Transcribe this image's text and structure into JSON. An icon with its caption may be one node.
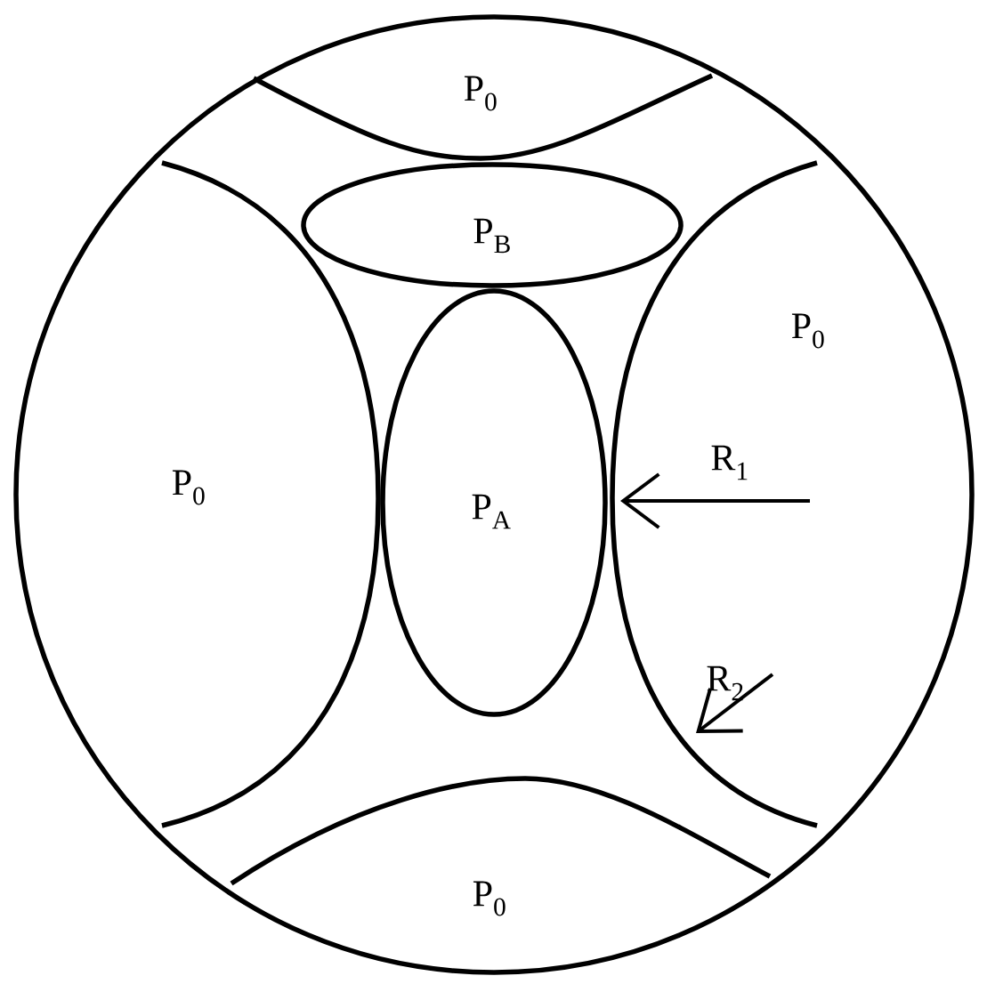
{
  "diagram": {
    "nodes": [
      {
        "text": [],
        "shape": "circle"
      },
      {
        "text": [
          "P$_{0}$"
        ],
        "in": 0
      },
      {
        "text": [
          "P$_{B}$"
        ],
        "in": 0
      },
      {
        "text": [
          "P$_{0}$"
        ],
        "in": 0
      },
      {
        "text": [
          "P$_{0}$"
        ],
        "in": 0
      },
      {
        "text": [
          "P$_{A}$"
        ],
        "in": 0
      },
      {
        "text": [
          "P$_{0}$"
        ],
        "in": 0
      }
    ],
    "labels": [
      "R$_{1}$",
      "R$_{2}$"
    ]
  }
}
